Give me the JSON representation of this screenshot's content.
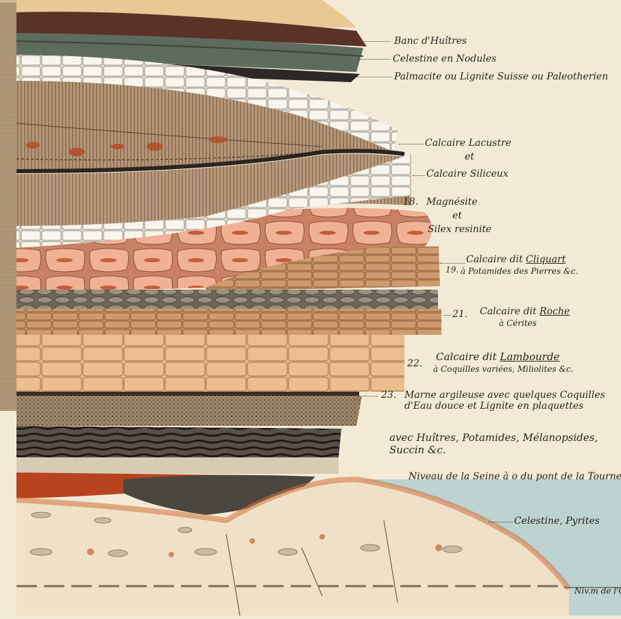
{
  "labels": {
    "banc": "Banc d'Huîtres",
    "celestine_nodules": "Celestine en Nodules",
    "palmacite": "Palmacite ou Lignite Suisse ou Paleotherien",
    "calcaire_lacustre": "Calcaire Lacustre",
    "et1": "et",
    "calcaire_siliceux": "Calcaire Siliceux",
    "magnesite_num": "18.",
    "magnesite": "Magnésite",
    "et2": "et",
    "silex": "Silex resinite",
    "cliquart_num": "19.",
    "cliquart_a": "Calcaire dit Cliquart",
    "cliquart_b": "à Potamides des Pierres &c.",
    "roche_num": "21.",
    "roche_a": "Calcaire dit Roche",
    "roche_b": "à Cérites",
    "lambourde_num": "22.",
    "lambourde_a": "Calcaire dit Lambourde",
    "lambourde_b": "à Coquilles variées, Miliolites &c.",
    "marne_num": "23.",
    "marne_a": "Marne argileuse avec quelques Coquilles",
    "marne_b": "d'Eau douce et Lignite en plaquettes",
    "huitres_a": "avec Huîtres, Potamides, Mélanopsides,",
    "huitres_b": "Succin &c.",
    "niveau": "Niveau de la Seine à o du pont de la Tournelle",
    "celestine_pyrites": "Celestine, Pyrites",
    "corner": "Niv.m de l'Océ"
  },
  "colors": {
    "paper": "#f3ead6",
    "water": "#bcd3cf",
    "clay_red": "#b8431f",
    "dark_band": "#2b2522",
    "green_band": "#5f6f5f",
    "limestone": "#e8b787",
    "pink_bed": "#eba183",
    "white_bed": "#f4f0e4"
  }
}
